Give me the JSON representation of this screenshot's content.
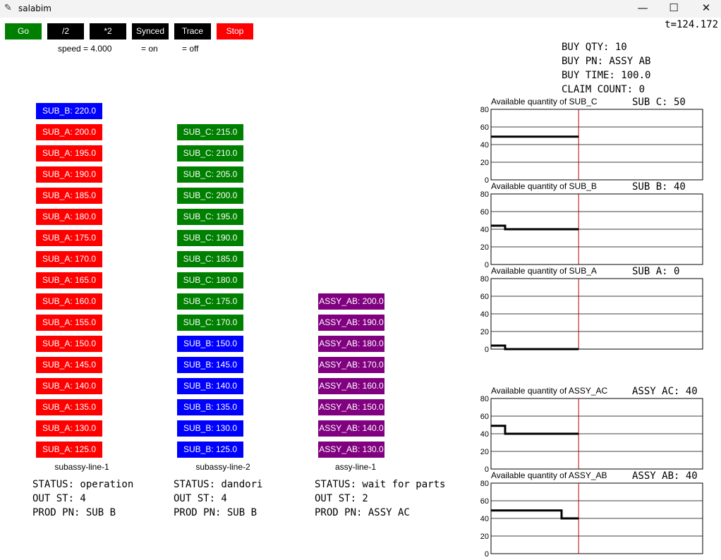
{
  "window": {
    "title": "salabim",
    "icon": "feather-icon",
    "minimize": "—",
    "maximize": "☐",
    "close": "✕"
  },
  "toolbar": {
    "go": "Go",
    "half": "/2",
    "double": "*2",
    "synced": "Synced",
    "trace": "Trace",
    "stop": "Stop",
    "speed": "speed = 4.000",
    "synced_state": "= on",
    "trace_state": "= off",
    "colors": {
      "go": "#008000",
      "stop": "#ff0000",
      "dark": "#000000"
    }
  },
  "time": "t=124.172",
  "info": {
    "buy_qty": "BUY QTY: 10",
    "buy_pn": "BUY PN: ASSY AB",
    "buy_time": "BUY TIME: 100.0",
    "claim_count": "CLAIM COUNT: 0"
  },
  "lines": [
    {
      "name": "subassy-line-1",
      "items": [
        {
          "label": "SUB_B: 220.0",
          "color": "#0000ff"
        },
        {
          "label": "SUB_A: 200.0",
          "color": "#ff0000"
        },
        {
          "label": "SUB_A: 195.0",
          "color": "#ff0000"
        },
        {
          "label": "SUB_A: 190.0",
          "color": "#ff0000"
        },
        {
          "label": "SUB_A: 185.0",
          "color": "#ff0000"
        },
        {
          "label": "SUB_A: 180.0",
          "color": "#ff0000"
        },
        {
          "label": "SUB_A: 175.0",
          "color": "#ff0000"
        },
        {
          "label": "SUB_A: 170.0",
          "color": "#ff0000"
        },
        {
          "label": "SUB_A: 165.0",
          "color": "#ff0000"
        },
        {
          "label": "SUB_A: 160.0",
          "color": "#ff0000"
        },
        {
          "label": "SUB_A: 155.0",
          "color": "#ff0000"
        },
        {
          "label": "SUB_A: 150.0",
          "color": "#ff0000"
        },
        {
          "label": "SUB_A: 145.0",
          "color": "#ff0000"
        },
        {
          "label": "SUB_A: 140.0",
          "color": "#ff0000"
        },
        {
          "label": "SUB_A: 135.0",
          "color": "#ff0000"
        },
        {
          "label": "SUB_A: 130.0",
          "color": "#ff0000"
        },
        {
          "label": "SUB_A: 125.0",
          "color": "#ff0000"
        }
      ],
      "status": "STATUS: operation",
      "out_st": "OUT ST: 4",
      "prod_pn": "PROD PN: SUB B"
    },
    {
      "name": "subassy-line-2",
      "items": [
        {
          "label": "SUB_C: 215.0",
          "color": "#008000"
        },
        {
          "label": "SUB_C: 210.0",
          "color": "#008000"
        },
        {
          "label": "SUB_C: 205.0",
          "color": "#008000"
        },
        {
          "label": "SUB_C: 200.0",
          "color": "#008000"
        },
        {
          "label": "SUB_C: 195.0",
          "color": "#008000"
        },
        {
          "label": "SUB_C: 190.0",
          "color": "#008000"
        },
        {
          "label": "SUB_C: 185.0",
          "color": "#008000"
        },
        {
          "label": "SUB_C: 180.0",
          "color": "#008000"
        },
        {
          "label": "SUB_C: 175.0",
          "color": "#008000"
        },
        {
          "label": "SUB_C: 170.0",
          "color": "#008000"
        },
        {
          "label": "SUB_B: 150.0",
          "color": "#0000ff"
        },
        {
          "label": "SUB_B: 145.0",
          "color": "#0000ff"
        },
        {
          "label": "SUB_B: 140.0",
          "color": "#0000ff"
        },
        {
          "label": "SUB_B: 135.0",
          "color": "#0000ff"
        },
        {
          "label": "SUB_B: 130.0",
          "color": "#0000ff"
        },
        {
          "label": "SUB_B: 125.0",
          "color": "#0000ff"
        }
      ],
      "status": "STATUS: dandori",
      "out_st": "OUT ST: 4",
      "prod_pn": "PROD PN: SUB B"
    },
    {
      "name": "assy-line-1",
      "items": [
        {
          "label": "ASSY_AB: 200.0",
          "color": "#800080"
        },
        {
          "label": "ASSY_AB: 190.0",
          "color": "#800080"
        },
        {
          "label": "ASSY_AB: 180.0",
          "color": "#800080"
        },
        {
          "label": "ASSY_AB: 170.0",
          "color": "#800080"
        },
        {
          "label": "ASSY_AB: 160.0",
          "color": "#800080"
        },
        {
          "label": "ASSY_AB: 150.0",
          "color": "#800080"
        },
        {
          "label": "ASSY_AB: 140.0",
          "color": "#800080"
        },
        {
          "label": "ASSY_AB: 130.0",
          "color": "#800080"
        }
      ],
      "status": "STATUS: wait for parts",
      "out_st": "OUT ST: 2",
      "prod_pn": "PROD PN: ASSY AC"
    }
  ],
  "chart_data": [
    {
      "type": "line",
      "title": "Available quantity of SUB_C",
      "value_label": "SUB C: 50",
      "ylim": [
        0,
        80
      ],
      "yticks": [
        0,
        20,
        40,
        60,
        80
      ],
      "now": 124.172,
      "x_window": 300,
      "points": [
        [
          0,
          49
        ],
        [
          124.172,
          49
        ]
      ]
    },
    {
      "type": "line",
      "title": "Available quantity of SUB_B",
      "value_label": "SUB B: 40",
      "ylim": [
        0,
        80
      ],
      "yticks": [
        0,
        20,
        40,
        60,
        80
      ],
      "now": 124.172,
      "x_window": 300,
      "points": [
        [
          0,
          44
        ],
        [
          20,
          44
        ],
        [
          20,
          40
        ],
        [
          124.172,
          40
        ]
      ]
    },
    {
      "type": "line",
      "title": "Available quantity of SUB_A",
      "value_label": "SUB A: 0",
      "ylim": [
        0,
        80
      ],
      "yticks": [
        0,
        20,
        40,
        60,
        80
      ],
      "now": 124.172,
      "x_window": 300,
      "points": [
        [
          0,
          4
        ],
        [
          20,
          4
        ],
        [
          20,
          0
        ],
        [
          124.172,
          0
        ]
      ]
    },
    {
      "type": "line",
      "title": "Available quantity of ASSY_AC",
      "value_label": "ASSY AC: 40",
      "ylim": [
        0,
        80
      ],
      "yticks": [
        0,
        20,
        40,
        60,
        80
      ],
      "now": 124.172,
      "x_window": 300,
      "points": [
        [
          0,
          49
        ],
        [
          20,
          49
        ],
        [
          20,
          40
        ],
        [
          124.172,
          40
        ]
      ]
    },
    {
      "type": "line",
      "title": "Available quantity of ASSY_AB",
      "value_label": "ASSY AB: 40",
      "ylim": [
        0,
        80
      ],
      "yticks": [
        0,
        20,
        40,
        60,
        80
      ],
      "now": 124.172,
      "x_window": 300,
      "points": [
        [
          0,
          49
        ],
        [
          100,
          49
        ],
        [
          100,
          40
        ],
        [
          124.172,
          40
        ]
      ]
    }
  ]
}
